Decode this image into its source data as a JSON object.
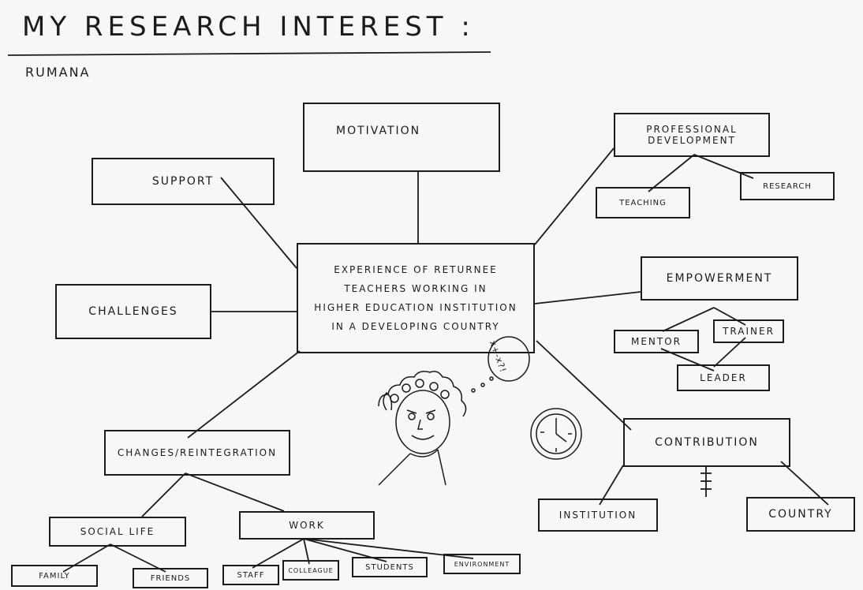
{
  "header": {
    "title": "MY RESEARCH INTEREST :",
    "author": "RUMANA"
  },
  "center": {
    "text": "EXPERIENCE OF RETURNEE\nTEACHERS WORKING IN\nHIGHER EDUCATION INSTITUTION\nIN A DEVELOPING COUNTRY"
  },
  "nodes": {
    "motivation": "MOTIVATION",
    "support": "SUPPORT",
    "challenges": "CHALLENGES",
    "professional_development": "PROFESSIONAL DEVELOPMENT",
    "teaching": "TEACHING",
    "research": "RESEARCH",
    "empowerment": "EMPOWERMENT",
    "mentor": "MENTOR",
    "trainer": "TRAINER",
    "leader": "LEADER",
    "contribution": "CONTRIBUTION",
    "institution": "INSTITUTION",
    "country": "COUNTRY",
    "changes_reintegration": "CHANGES/REINTEGRATION",
    "social_life": "SOCIAL LIFE",
    "work": "WORK",
    "family": "FAMILY",
    "friends": "FRIENDS",
    "staff": "STAFF",
    "colleague": "COLLEAGUE",
    "students": "STUDENTS",
    "environment": "ENVIRONMENT"
  },
  "doodle": {
    "thought_text": "x+-x?!"
  }
}
